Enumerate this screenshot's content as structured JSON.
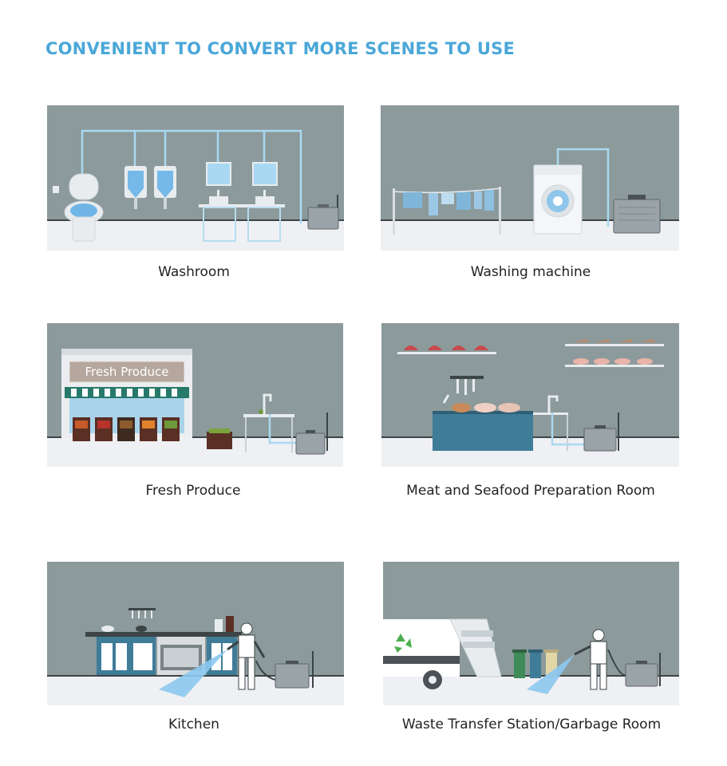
{
  "headline": "CONVENIENT TO CONVERT MORE SCENES TO USE",
  "scenes": [
    {
      "id": "washroom",
      "caption": "Washroom"
    },
    {
      "id": "washing-machine",
      "caption": "Washing machine"
    },
    {
      "id": "fresh-produce",
      "caption": "Fresh Produce",
      "store_sign": "Fresh Produce"
    },
    {
      "id": "meat-seafood",
      "caption": "Meat and Seafood Preparation Room"
    },
    {
      "id": "kitchen",
      "caption": "Kitchen"
    },
    {
      "id": "waste-transfer",
      "caption": "Waste Transfer Station/Garbage Room"
    }
  ],
  "colors": {
    "headline": "#4aa7d8",
    "wall": "#8c9a9b",
    "floor": "#eff0f3",
    "pipe": "#a9d8f2",
    "counter_blue": "#3f7c98"
  },
  "icons": [
    "toilet-icon",
    "urinal-icon",
    "sink-icon",
    "mirror-icon",
    "ozone-generator-icon",
    "washing-machine-icon",
    "clothesline-icon",
    "storefront-icon",
    "produce-crate-icon",
    "faucet-icon",
    "meat-shelf-icon",
    "knife-rack-icon",
    "stove-icon",
    "worker-icon",
    "garbage-truck-icon",
    "recycle-icon",
    "trash-bin-icon"
  ]
}
